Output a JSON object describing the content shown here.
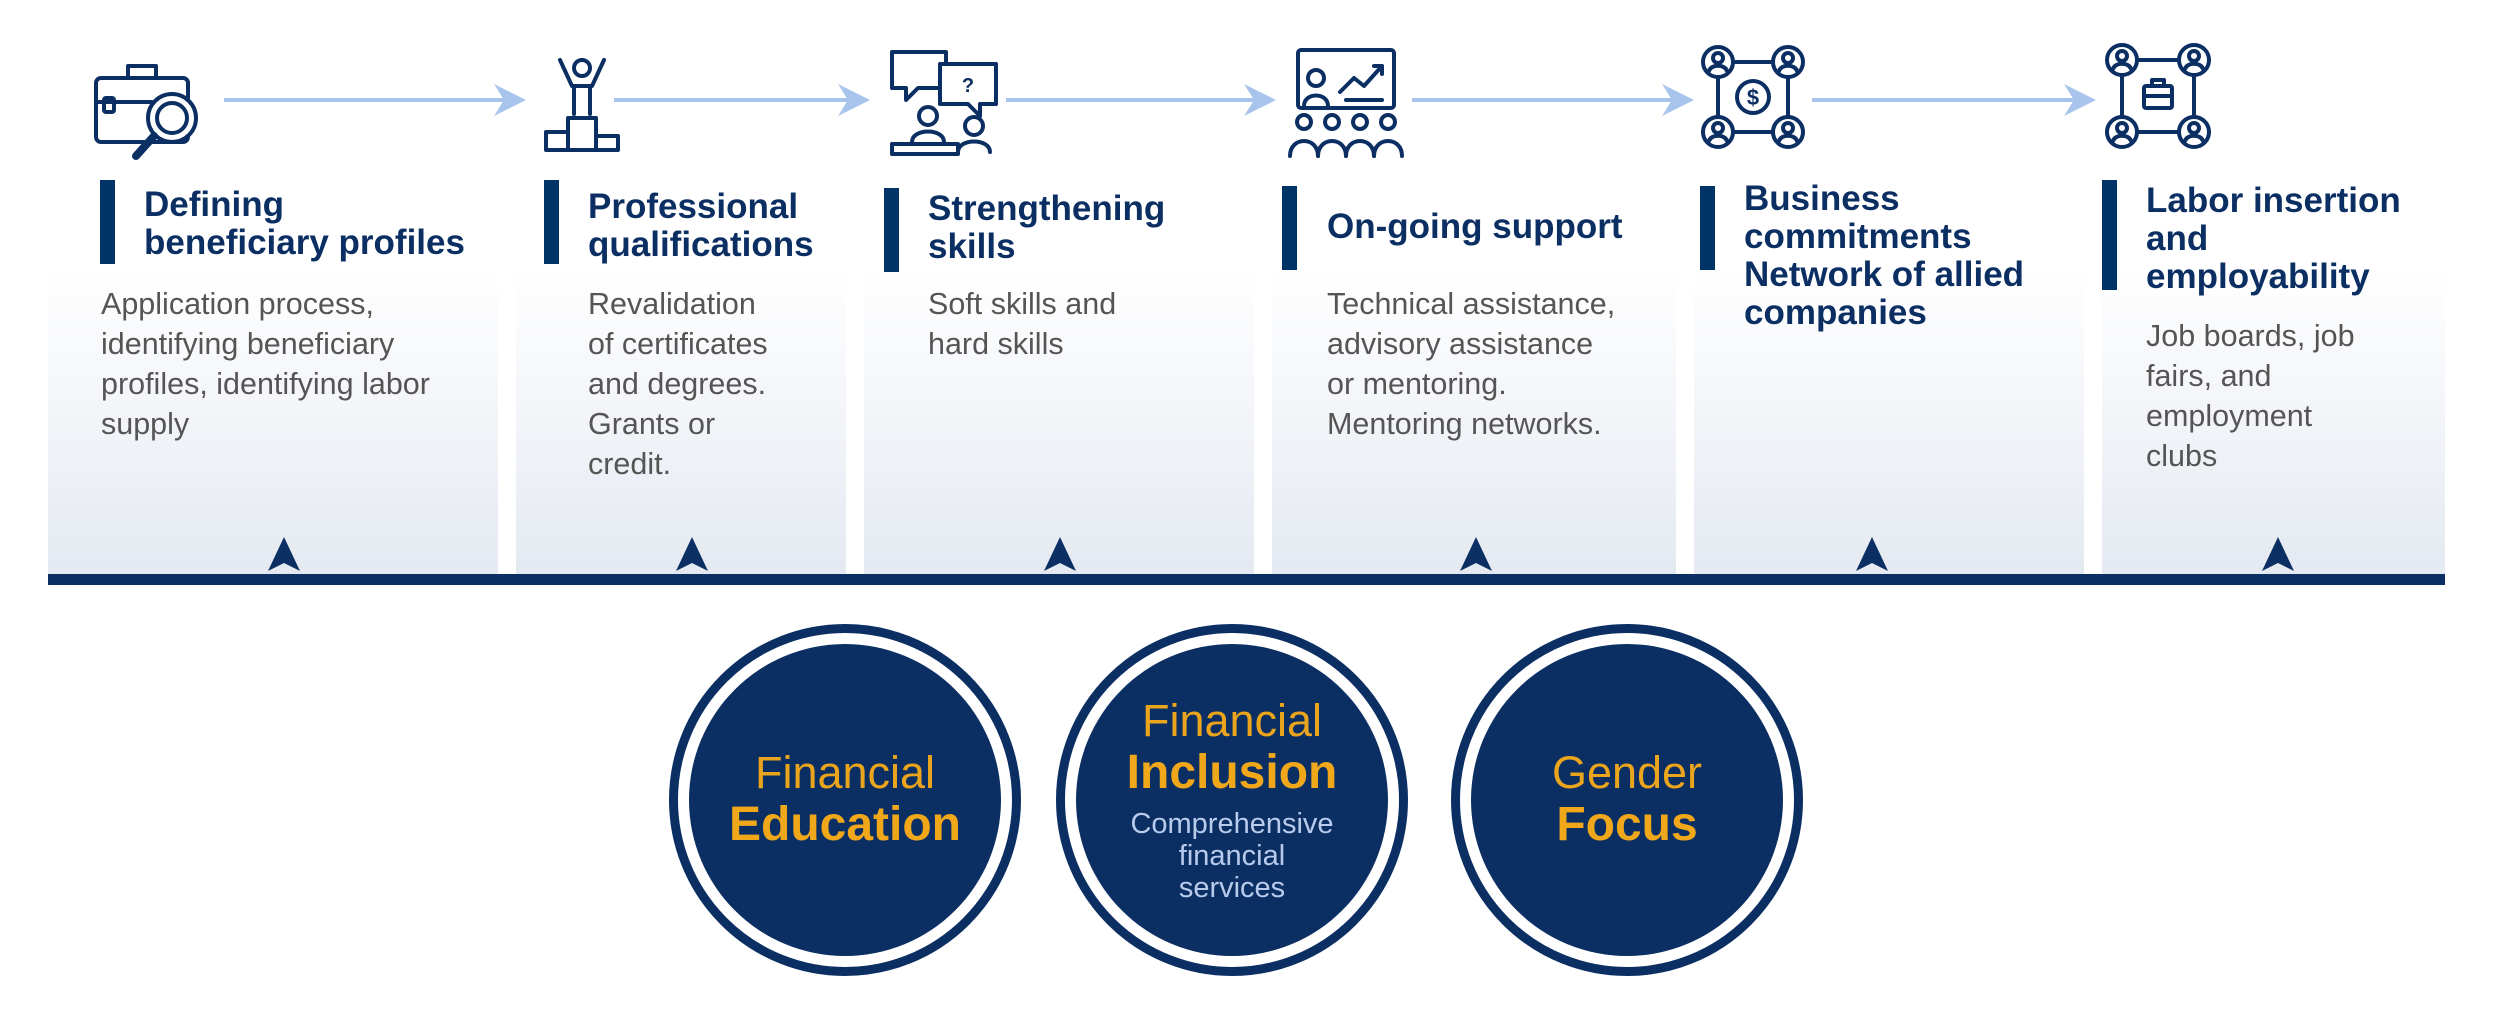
{
  "colors": {
    "navy": "#0b2f63",
    "accent_bar": "#003366",
    "arrow": "#a8c4ec",
    "gold": "#f0a81a",
    "subtitle_blue": "#b9cbec",
    "body_text": "#555555"
  },
  "steps": [
    {
      "icon": "briefcase-magnifier-icon",
      "title": "Defining\nbeneficiary profiles",
      "description": "Application process,\nidentifying beneficiary\nprofiles, identifying labor\nsupply"
    },
    {
      "icon": "person-on-podium-icon",
      "title": "Professional\nqualifications",
      "description": "Revalidation\nof certificates\nand degrees.\nGrants or\ncredit."
    },
    {
      "icon": "conversation-bubbles-icon",
      "title": "Strengthening\nskills",
      "description": "Soft skills and\nhard skills"
    },
    {
      "icon": "presentation-audience-icon",
      "title": "On-going support",
      "description": "Technical assistance,\nadvisory assistance\nor mentoring.\nMentoring networks."
    },
    {
      "icon": "network-dollar-icon",
      "title": "Business\ncommitments\nNetwork of allied\ncompanies",
      "description": ""
    },
    {
      "icon": "network-briefcase-icon",
      "title": "Labor insertion\nand\nemployability",
      "description": "Job boards, job\nfairs, and\nemployment\nclubs"
    }
  ],
  "pillars": [
    {
      "line1": "Financial",
      "line2": "Education",
      "subtitle": ""
    },
    {
      "line1": "Financial",
      "line2": "Inclusion",
      "subtitle": "Comprehensive\nfinancial\nservices"
    },
    {
      "line1": "Gender",
      "line2": "Focus",
      "subtitle": ""
    }
  ]
}
